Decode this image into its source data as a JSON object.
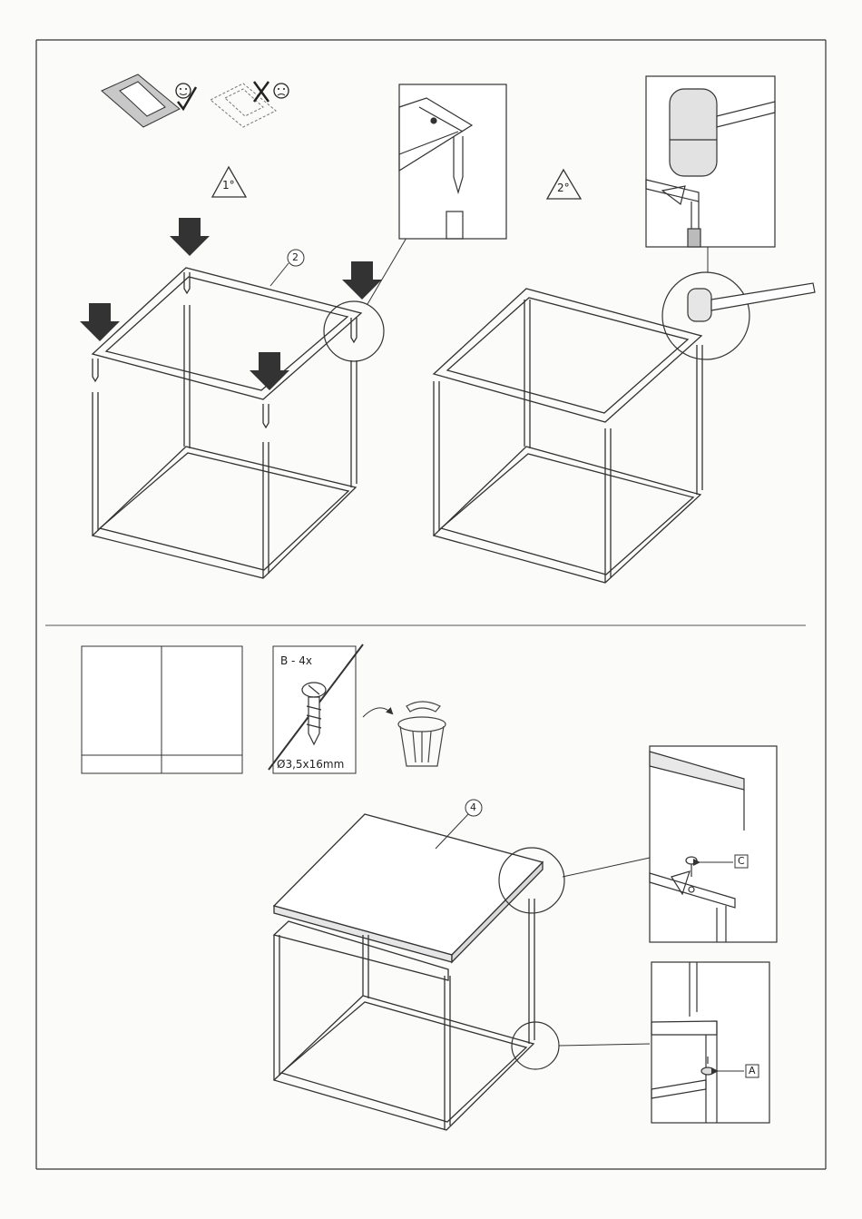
{
  "step_top_left": "1°",
  "step_top_right": "2°",
  "callout_frame": "2",
  "callout_top": "4",
  "hardware": {
    "code_qty": "B - 4x",
    "size": "Ø3,5x16mm"
  },
  "part_c": "C",
  "part_a": "A"
}
